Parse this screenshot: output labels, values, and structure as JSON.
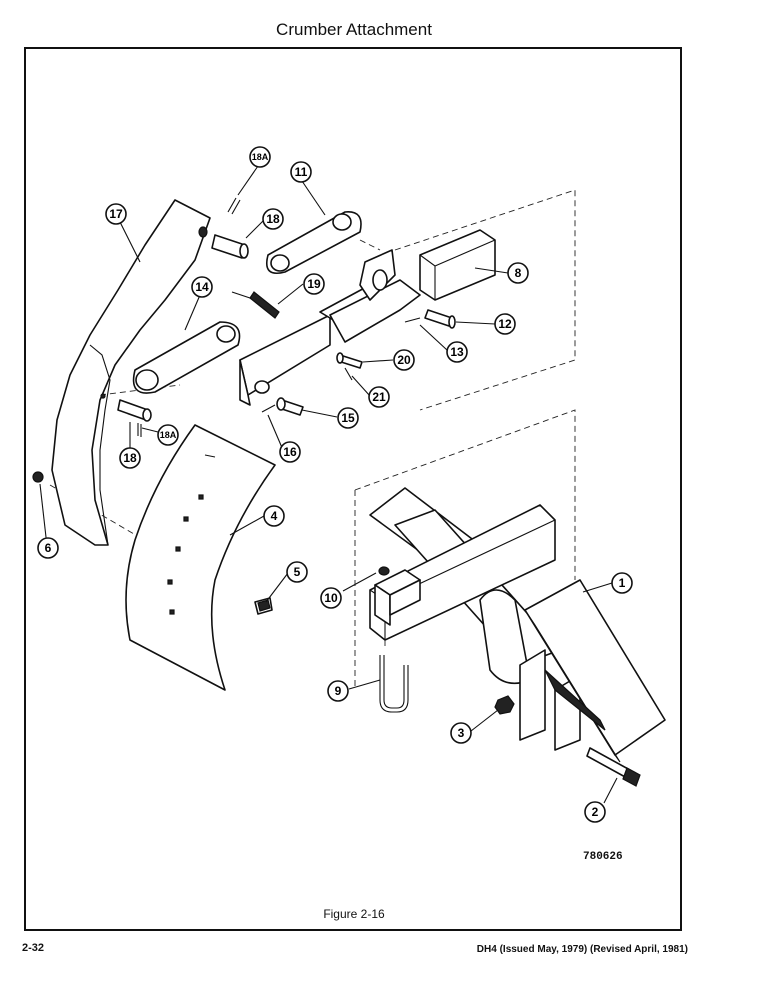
{
  "title": "Crumber Attachment",
  "figure_caption": "Figure 2-16",
  "reference_code": "780626",
  "page_number": "2-32",
  "document_info": "DH4 (Issued May, 1979) (Revised April, 1981)",
  "callouts": [
    {
      "id": "17",
      "label": "17"
    },
    {
      "id": "18A-top",
      "label": "18A"
    },
    {
      "id": "11",
      "label": "11"
    },
    {
      "id": "18-top",
      "label": "18"
    },
    {
      "id": "14",
      "label": "14"
    },
    {
      "id": "19",
      "label": "19"
    },
    {
      "id": "8",
      "label": "8"
    },
    {
      "id": "12",
      "label": "12"
    },
    {
      "id": "13",
      "label": "13"
    },
    {
      "id": "20",
      "label": "20"
    },
    {
      "id": "21",
      "label": "21"
    },
    {
      "id": "15",
      "label": "15"
    },
    {
      "id": "16",
      "label": "16"
    },
    {
      "id": "18A-bottom",
      "label": "18A"
    },
    {
      "id": "18-bottom",
      "label": "18"
    },
    {
      "id": "6",
      "label": "6"
    },
    {
      "id": "4",
      "label": "4"
    },
    {
      "id": "5",
      "label": "5"
    },
    {
      "id": "10",
      "label": "10"
    },
    {
      "id": "1",
      "label": "1"
    },
    {
      "id": "9",
      "label": "9"
    },
    {
      "id": "3",
      "label": "3"
    },
    {
      "id": "2",
      "label": "2"
    }
  ]
}
